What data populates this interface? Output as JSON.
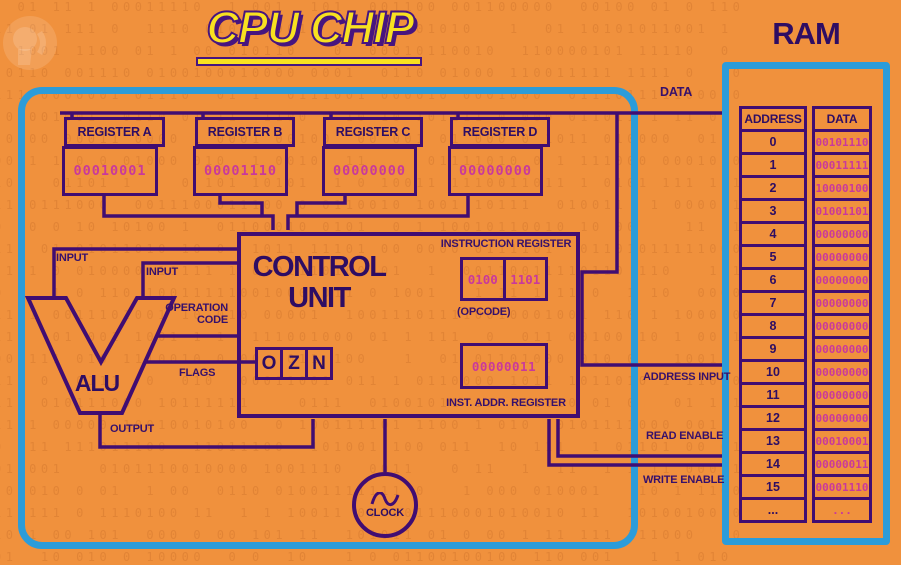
{
  "header": {
    "title": "CPU CHIP"
  },
  "cpu": {
    "registers": [
      {
        "label": "REGISTER A",
        "value": "00010001"
      },
      {
        "label": "REGISTER B",
        "value": "00001110"
      },
      {
        "label": "REGISTER C",
        "value": "00000000"
      },
      {
        "label": "REGISTER D",
        "value": "00000000"
      }
    ],
    "control_unit": {
      "title": [
        "CONTROL",
        "UNIT"
      ],
      "instruction_register_label": "INSTRUCTION REGISTER",
      "instruction_register": [
        "0100",
        "1101"
      ],
      "opcode_label": "(OPCODE)",
      "flags": [
        "O",
        "Z",
        "N"
      ],
      "inst_addr_value": "00000011",
      "inst_addr_label": "INST. ADDR. REGISTER"
    },
    "alu_label": "ALU",
    "clock_label": "CLOCK",
    "wire_labels": {
      "input_a": "INPUT",
      "input_b": "INPUT",
      "operation_code": [
        "OPERATION",
        "CODE"
      ],
      "flags": "FLAGS",
      "output": "OUTPUT"
    }
  },
  "bus_labels": {
    "data": "DATA",
    "address_input": "ADDRESS INPUT",
    "read_enable": "READ ENABLE",
    "write_enable": "WRITE ENABLE"
  },
  "ram": {
    "heading": "RAM",
    "columns": [
      "ADDRESS",
      "DATA"
    ],
    "rows": [
      [
        "0",
        "00101110"
      ],
      [
        "1",
        "00011111"
      ],
      [
        "2",
        "10000100"
      ],
      [
        "3",
        "01001101"
      ],
      [
        "4",
        "00000000"
      ],
      [
        "5",
        "00000000"
      ],
      [
        "6",
        "00000000"
      ],
      [
        "7",
        "00000000"
      ],
      [
        "8",
        "00000000"
      ],
      [
        "9",
        "00000000"
      ],
      [
        "10",
        "00000000"
      ],
      [
        "11",
        "00000000"
      ],
      [
        "12",
        "00000000"
      ],
      [
        "13",
        "00010001"
      ],
      [
        "14",
        "00000011"
      ],
      [
        "15",
        "00001110"
      ],
      [
        "...",
        "..."
      ]
    ]
  },
  "colors": {
    "background": "#f0913d",
    "wire_purple": "#400d72",
    "text_purple": "#2e0d63",
    "value_pink": "#c9399b",
    "frame_blue": "#2c9cd9",
    "title_yellow": "#f8e120"
  }
}
